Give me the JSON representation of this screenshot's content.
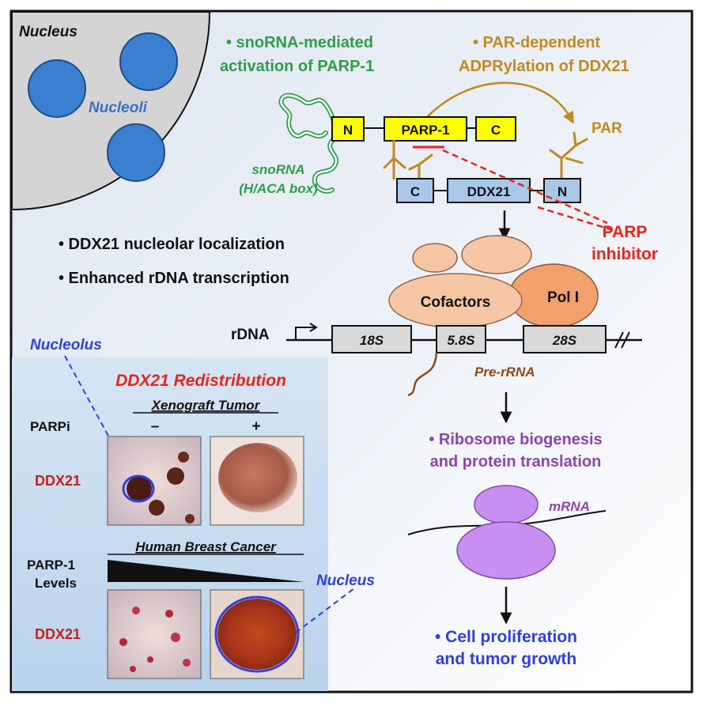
{
  "colors": {
    "green": "#2e9e4a",
    "gold": "#c08a1e",
    "red": "#e8241c",
    "blue_label": "#3a6fc4",
    "purple": "#8e44ad",
    "nucleus_blue": "#2f3fe0",
    "box_blue": "#a9c8e8",
    "box_yellow": "#ffff00",
    "peach": "#f2b48c",
    "lavender": "#c98ef2",
    "brown": "#8b4a1a",
    "nucleus_gray": "#d4d4d4"
  },
  "nucleus": {
    "title": "Nucleus",
    "nucleoli": "Nucleoli"
  },
  "top_left_mechanism": {
    "line1": "• snoRNA-mediated",
    "line2": "activation of PARP-1"
  },
  "top_right_mechanism": {
    "line1": "• PAR-dependent",
    "line2": "ADPRylation of DDX21"
  },
  "parp1_domains": {
    "n": "N",
    "center": "PARP-1",
    "c": "C"
  },
  "ddx21_domains": {
    "c": "C",
    "center": "DDX21",
    "n": "N"
  },
  "par_label": "PAR",
  "snorna": {
    "line1": "snoRNA",
    "line2": "(H/ACA box)"
  },
  "inhibitor": {
    "line1": "PARP",
    "line2": "inhibitor"
  },
  "outcomes": {
    "item1": "• DDX21 nucleolar localization",
    "item2": "• Enhanced rDNA transcription"
  },
  "polymerase": {
    "cofactors": "Cofactors",
    "pol1": "Pol I"
  },
  "rdna": {
    "label": "rDNA",
    "s18": "18S",
    "s58": "5.8S",
    "s28": "28S",
    "pre_rrna": "Pre-rRNA"
  },
  "ribosome": {
    "line1": "• Ribosome biogenesis",
    "line2": "and protein translation",
    "mrna": "mRNA"
  },
  "final": {
    "line1": "• Cell proliferation",
    "line2": "and tumor growth"
  },
  "panel": {
    "nucleolus": "Nucleolus",
    "title": "DDX21 Redistribution",
    "xenograft": "Xenograft Tumor",
    "parpi": "PARPi",
    "minus": "–",
    "plus": "+",
    "ddx21_row1": "DDX21",
    "human": "Human Breast Cancer",
    "parp1_line1": "PARP-1",
    "parp1_line2": "Levels",
    "ddx21_row2": "DDX21",
    "nucleus": "Nucleus"
  }
}
